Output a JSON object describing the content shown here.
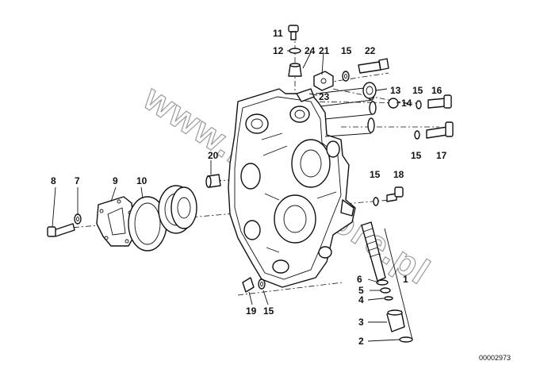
{
  "diagram": {
    "watermark": "www.bmwstore.pl",
    "document_number": "00002973",
    "callouts": [
      "11",
      "12",
      "24",
      "21",
      "15",
      "22",
      "23",
      "13",
      "15",
      "16",
      "14",
      "15",
      "17",
      "20",
      "8",
      "7",
      "9",
      "10",
      "15",
      "18",
      "6",
      "1",
      "5",
      "4",
      "3",
      "2",
      "19",
      "15"
    ],
    "colors": {
      "ink": "#111111",
      "watermark": "#9a9a9a",
      "background": "#ffffff"
    }
  }
}
